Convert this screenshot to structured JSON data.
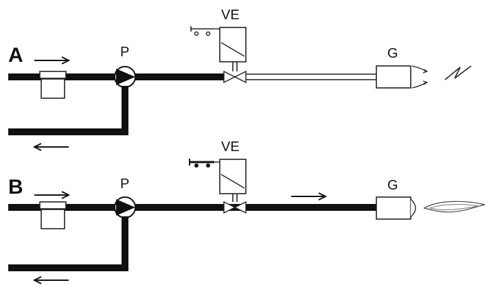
{
  "diagram": {
    "sections": [
      {
        "id": "A",
        "label": "A",
        "pump_label": "P",
        "valve_label": "VE",
        "nozzle_label": "G",
        "switch_state": "open",
        "fuel_to_nozzle": false,
        "nozzle_output": "spark",
        "flow_arrows": [
          "inlet-right",
          "return-left"
        ]
      },
      {
        "id": "B",
        "label": "B",
        "pump_label": "P",
        "valve_label": "VE",
        "nozzle_label": "G",
        "switch_state": "closed",
        "fuel_to_nozzle": true,
        "nozzle_output": "flame",
        "flow_arrows": [
          "inlet-right",
          "return-left",
          "supply-right"
        ]
      }
    ],
    "colors": {
      "pipe": "#111111",
      "background": "#ffffff",
      "line": "#222222"
    }
  }
}
